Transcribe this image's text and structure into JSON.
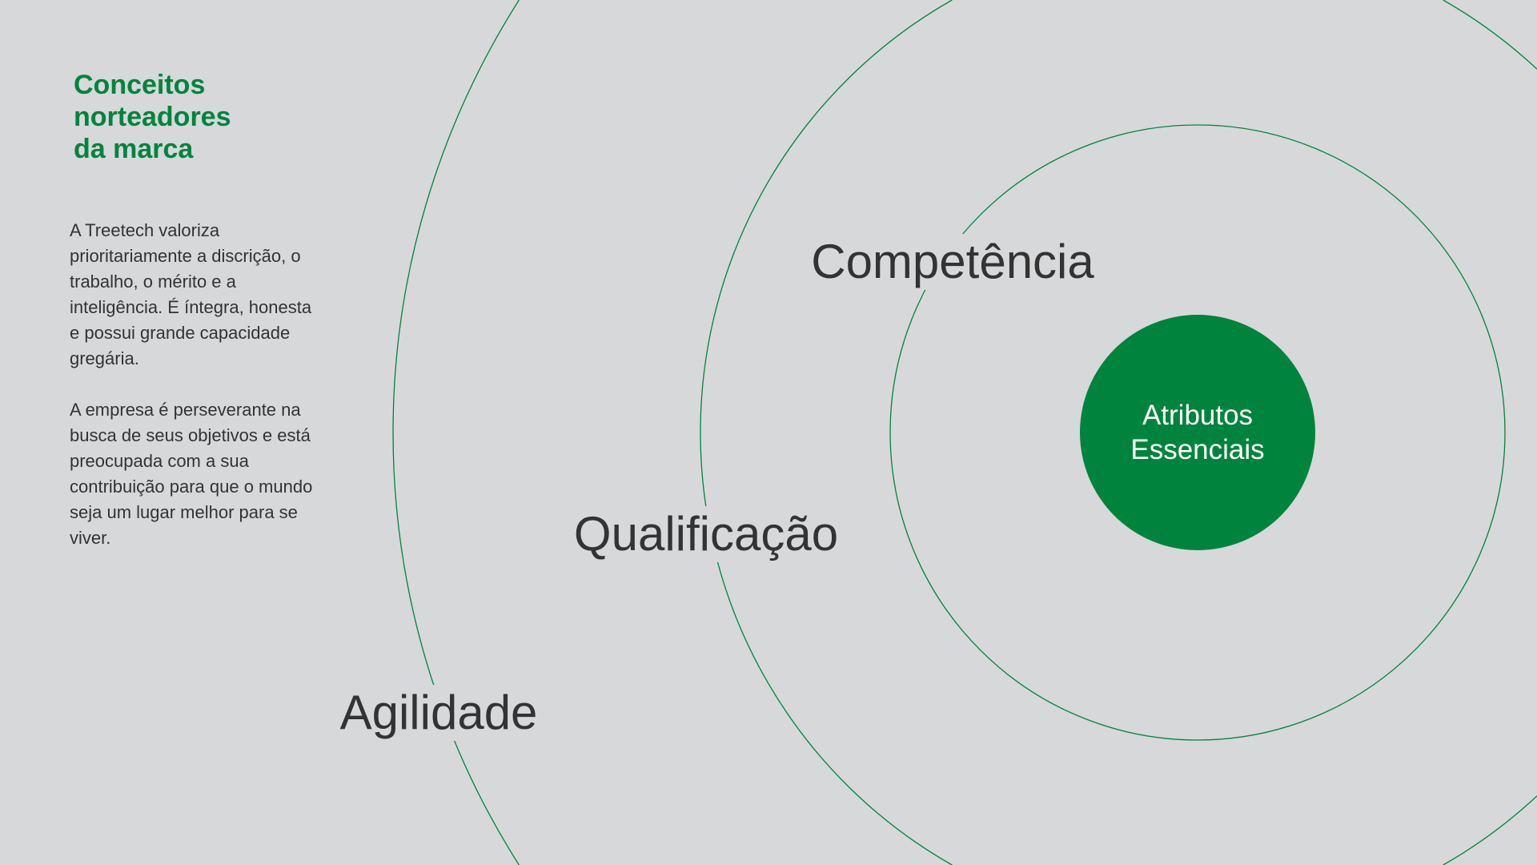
{
  "title_lines": [
    "Conceitos",
    "norteadores",
    "da marca"
  ],
  "paragraphs": [
    "A Treetech valoriza prioritariamente a discrição, o trabalho, o mérito e a inteligência. É íntegra, honesta e possui grande capacidade gregária.",
    "A empresa é perseverante na busca de seus objetivos e está preocupada com a sua contribuição para que o mundo seja um lugar melhor para se viver."
  ],
  "rings": {
    "inner": "Competência",
    "middle": "Qualificação",
    "outer": "Agilidade"
  },
  "core": {
    "line1": "Atributos",
    "line2": "Essenciais"
  },
  "colors": {
    "background": "#d7d8da",
    "brand_green": "#00843d",
    "text": "#333333"
  }
}
